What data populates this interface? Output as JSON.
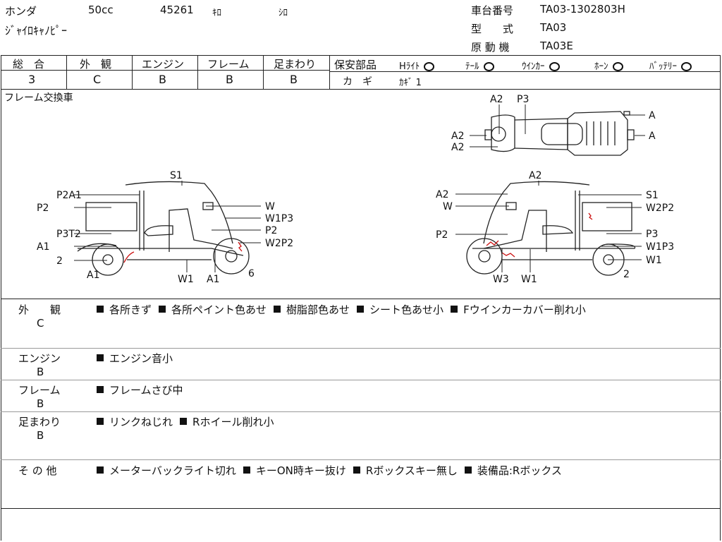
{
  "header": {
    "maker": "ホンダ",
    "displacement": "50cc",
    "mileage": "45261",
    "mileage_unit": "ｷﾛ",
    "color": "ｼﾛ",
    "model_name": "ｼﾞｬｲﾛｷｬﾉﾋﾟｰ",
    "frame_label": "車台番号",
    "frame_value": "TA03-1302803H",
    "type_label": "型　　式",
    "type_value": "TA03",
    "engine_label": "原 動 機",
    "engine_value": "TA03E"
  },
  "grades": {
    "total_label": "総　合",
    "total_value": "3",
    "exterior_label": "外　観",
    "exterior_value": "C",
    "engine_label": "エンジン",
    "engine_value": "B",
    "frame_label": "フレーム",
    "frame_value": "B",
    "suspension_label": "足まわり",
    "suspension_value": "B"
  },
  "safety": {
    "label": "保安部品",
    "items": [
      {
        "label": "Hﾗｲﾄ",
        "status": "O"
      },
      {
        "label": "ﾃｰﾙ",
        "status": "O"
      },
      {
        "label": "ｳｲﾝｶｰ",
        "status": "O"
      },
      {
        "label": "ﾎｰﾝ",
        "status": "O"
      },
      {
        "label": "ﾊﾞｯﾃﾘｰ",
        "status": "O"
      }
    ],
    "key_label": "カ　ギ",
    "key_value": "ｶｷﾞ 1"
  },
  "diagram": {
    "note": "フレーム交換車",
    "left_labels": [
      "S1",
      "P2A1",
      "P2",
      "P3T2",
      "A1",
      "2",
      "A1",
      "W",
      "W1P3",
      "P2",
      "W2P2",
      "W1",
      "A1",
      "6"
    ],
    "right_labels": [
      "A2",
      "A2",
      "W",
      "P2",
      "W3",
      "W1",
      "S1",
      "W2P2",
      "P3",
      "W1P3",
      "W1",
      "2"
    ],
    "top_labels": [
      "A2",
      "P3",
      "A2",
      "A2",
      "A",
      "A"
    ]
  },
  "remarks": [
    {
      "label": "外　　観",
      "grade": "C",
      "items": [
        "各所きず",
        "各所ペイント色あせ",
        "樹脂部色あせ",
        "シート色あせ小",
        "Fウインカーカバー削れ小"
      ]
    },
    {
      "label": "エンジン",
      "grade": "B",
      "items": [
        "エンジン音小"
      ]
    },
    {
      "label": "フレーム",
      "grade": "B",
      "items": [
        "フレームさび中"
      ]
    },
    {
      "label": "足まわり",
      "grade": "B",
      "items": [
        "リンクねじれ",
        "Rホイール削れ小"
      ]
    },
    {
      "label": "そ の 他",
      "grade": "",
      "items": [
        "メーターバックライト切れ",
        "キーON時キー抜け",
        "Rボックスキー無し",
        "装備品:Rボックス"
      ]
    }
  ],
  "colors": {
    "ink": "#111111",
    "mark": "#cc1111"
  }
}
